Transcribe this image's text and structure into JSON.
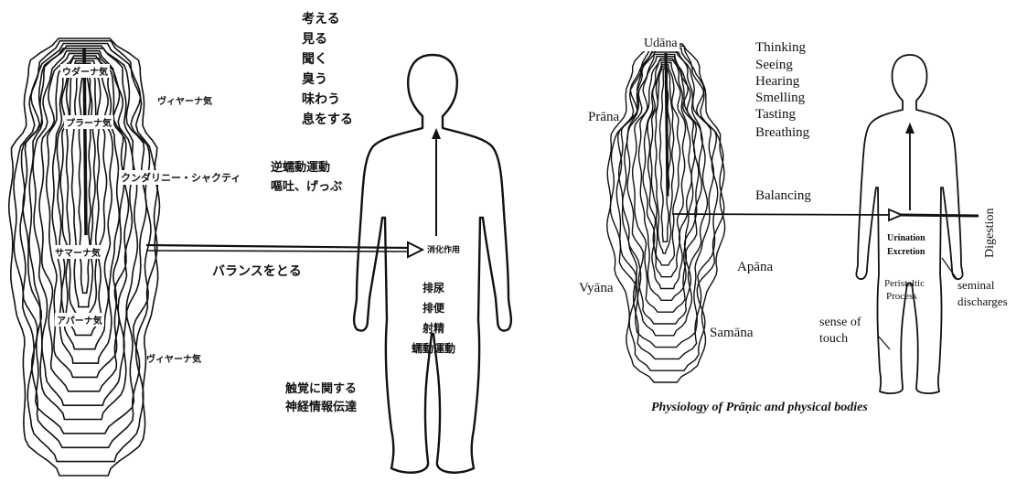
{
  "left_panel": {
    "senses": [
      "考える",
      "見る",
      "聞く",
      "臭う",
      "味わう",
      "息をする"
    ],
    "udana": "ウダーナ気",
    "vyana_top": "ヴィヤーナ気",
    "prana": "プラーナ気",
    "kundalini": "クンダリニー・シャクティ",
    "reverse_peristalsis_1": "逆蠕動運動",
    "reverse_peristalsis_2": "嘔吐、げっぷ",
    "samana": "サマーナ気",
    "digestion": "消化作用",
    "balancing": "バランスをとる",
    "functions": [
      "排尿",
      "排便",
      "射精",
      "蠕動運動"
    ],
    "apana": "アパーナ気",
    "vyana_bottom": "ヴィヤーナ気",
    "touch_1": "触覚に関する",
    "touch_2": "神経情報伝達"
  },
  "right_panel": {
    "udana": "Udāna",
    "prana": "Prāna",
    "senses": [
      "Thinking",
      "Seeing",
      "Hearing",
      "Smelling",
      "Tasting",
      "Breathing"
    ],
    "balancing": "Balancing",
    "digestion": "Digestion",
    "urination": "Urination",
    "excretion": "Excretion",
    "peristaltic_1": "Peristaltic",
    "peristaltic_2": "Process",
    "seminal_1": "seminal",
    "seminal_2": "discharges",
    "apana": "Apāna",
    "vyana": "Vyāna",
    "samana": "Samāna",
    "touch_1": "sense of",
    "touch_2": "touch",
    "caption": "Physiology of Prāṇic and physical bodies"
  }
}
